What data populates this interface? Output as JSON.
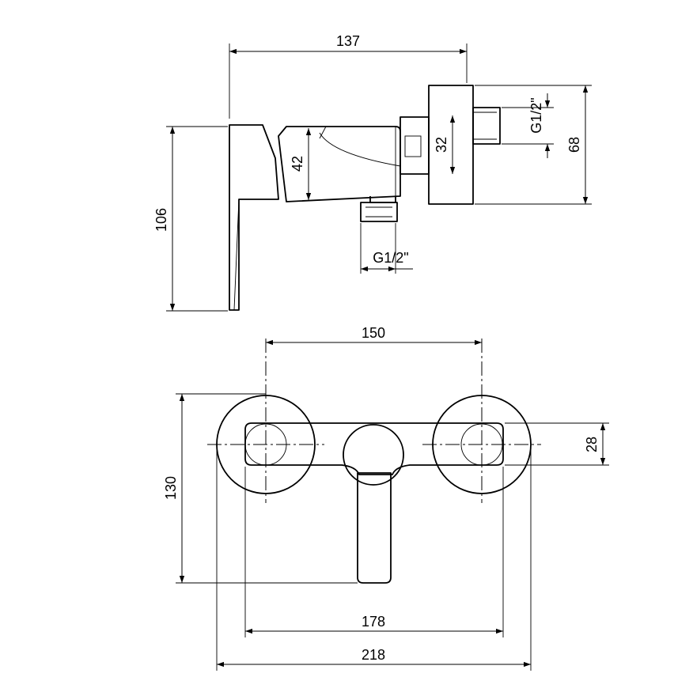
{
  "dimensions": {
    "side_depth": "137",
    "side_height": "106",
    "body_height": "42",
    "connector_height": "32",
    "total_depth_right": "68",
    "thread_right": "G1/2\"",
    "thread_bottom": "G1/2\"",
    "center_distance": "150",
    "front_height": "130",
    "bar_height": "28",
    "bar_width": "178",
    "total_width": "218"
  },
  "colors": {
    "line": "#000000",
    "background": "#ffffff"
  }
}
